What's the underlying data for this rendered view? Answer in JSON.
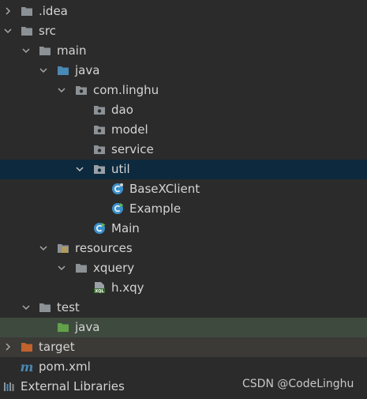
{
  "project_tree": {
    "idea": ".idea",
    "src": "src",
    "main": "main",
    "java": "java",
    "package": "com.linghu",
    "dao": "dao",
    "model": "model",
    "service": "service",
    "util": "util",
    "basex_client": "BaseXClient",
    "example": "Example",
    "main_class": "Main",
    "resources": "resources",
    "xquery": "xquery",
    "xqy_file": "h.xqy",
    "xqy_badge": "XQL",
    "test": "test",
    "test_java": "java",
    "target": "target",
    "pom": "pom.xml",
    "pom_badge": "m",
    "external_libraries": "External Libraries"
  },
  "watermark": "CSDN @CodeLinghu",
  "colors": {
    "background": "#2b2b2b",
    "selection": "#0d293e",
    "test_row": "#3f4a3f",
    "excluded_row": "#3b3a36",
    "folder_gray": "#8c9196",
    "source_folder_blue": "#4a88b5",
    "test_folder_green": "#62a14a",
    "excluded_folder_orange": "#c2622d",
    "class_icon_blue": "#3b8fc9"
  }
}
